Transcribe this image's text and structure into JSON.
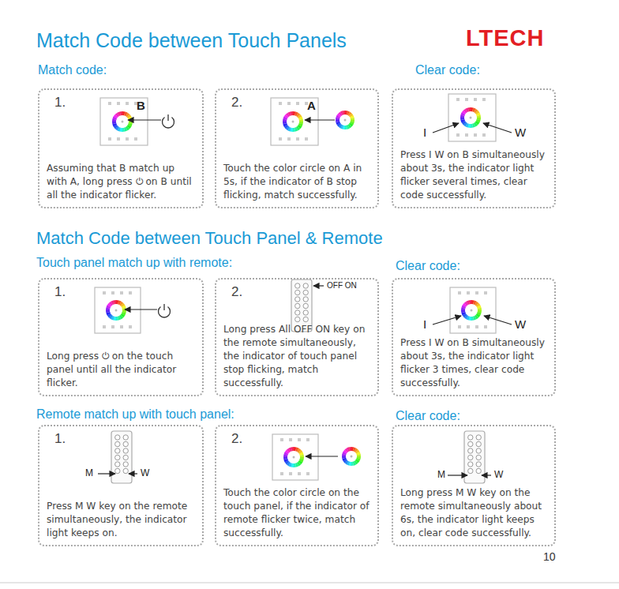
{
  "diagram": {
    "title": "Match Code between Touch Panels",
    "nodes": [
      {
        "text": [
          "1.",
          "Assuming that B match up with A, long press ⏻ on B until all the indicator flicker."
        ]
      },
      {
        "text": [
          "2.",
          "Touch the color circle on A in 5s, if the indicator of B stop flicking, match successfully."
        ]
      },
      {
        "text": [
          "Press I W on B simultaneously about 3s, the indicator light flicker several times, clear code successfully."
        ]
      },
      {
        "text": [
          "1.",
          "Long press ⏻ on the touch panel until all the indicator flicker."
        ]
      },
      {
        "text": [
          "2.",
          "Long press All OFF ON key on the remote simultaneously, the indicator of touch panel stop flicking, match successfully."
        ]
      },
      {
        "text": [
          "Press I W on B simultaneously about 3s, the indicator light flicker 3 times, clear code successfully."
        ]
      },
      {
        "text": [
          "1.",
          "Press M W key on the remote simultaneously, the indicator light keeps on."
        ]
      },
      {
        "text": [
          "2.",
          "Touch the color circle on the touch panel, if the indicator of remote flicker twice, match successfully."
        ]
      },
      {
        "text": [
          "Long press M W key on the remote simultaneously about 6s, the indicator light keeps on, clear code successfully."
        ]
      }
    ],
    "labels": [
      "LTECH",
      "Match code:",
      "Clear code:",
      "Match Code between Touch Panel & Remote",
      "Touch panel match up with remote:",
      "Clear code:",
      "Remote match up with touch panel:",
      "Clear code:",
      "B",
      "A",
      "I",
      "W",
      "I",
      "W",
      "OFF ON",
      "M",
      "W",
      "M",
      "W",
      "10"
    ]
  }
}
